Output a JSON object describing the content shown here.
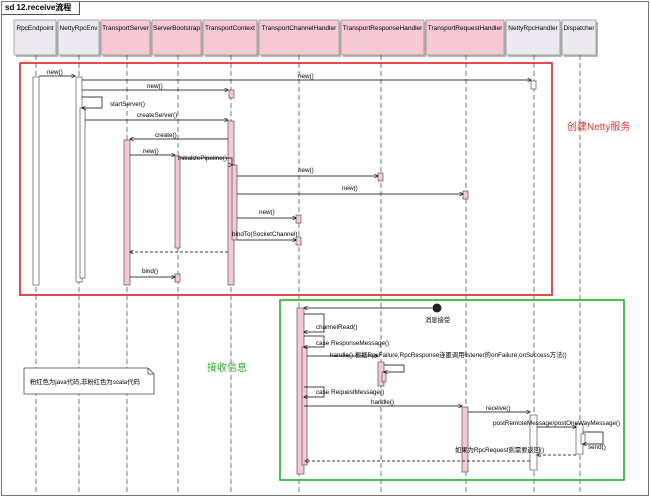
{
  "frame": {
    "title": "sd 12.receive流程"
  },
  "colors": {
    "java": "#f6c9d5",
    "scala": "#ece9f0",
    "red_box": "#e02020",
    "green_box": "#22b022",
    "zone_red_text": "#e03030",
    "zone_green_text": "#30a830"
  },
  "participants": [
    {
      "name": "RpcEndpoint",
      "lang": "scala"
    },
    {
      "name": "NettyRpcEnv",
      "lang": "scala"
    },
    {
      "name": "TransportServer",
      "lang": "java"
    },
    {
      "name": "ServerBootstrap",
      "lang": "java"
    },
    {
      "name": "TransportContext",
      "lang": "java"
    },
    {
      "name": "TransportChannelHandler",
      "lang": "java"
    },
    {
      "name": "TransportResponseHandler",
      "lang": "java"
    },
    {
      "name": "TransportRequestHandler",
      "lang": "java"
    },
    {
      "name": "NettyRpcHandler",
      "lang": "scala"
    },
    {
      "name": "Dispatcher",
      "lang": "scala"
    }
  ],
  "zones": {
    "netty": "创建Netty服务",
    "receive": "接收信息"
  },
  "note": "粉红色为java代码,非粉红色为scala代码",
  "messages": {
    "new1": "new()",
    "new2": "new()",
    "new3": "new()",
    "startServer": "startServer()",
    "createServer": "createServer()",
    "create": "create()",
    "new4": "new()",
    "initializePipeline": "initializePipeline()",
    "new5": "new()",
    "new6": "new()",
    "new7": "new()",
    "bindTo": "bindTo(SocketChannel)",
    "bind": "bind()",
    "recv": "消息接受",
    "channelRead": "channelRead()",
    "caseResponse": "case ResponseMessage()",
    "handle1": "handle() 根据RpcFailure,RpcResponse连匿调用listener的onFailure,onSuccess方法()",
    "caseRequest": "case RequestMessage()",
    "handle2": "handle()",
    "receive": "receive()",
    "postRemote": "postRemoteMessage/postOneWayMessage()",
    "send": "send()",
    "reply": "如果为RpcRequest则需要返回()"
  }
}
